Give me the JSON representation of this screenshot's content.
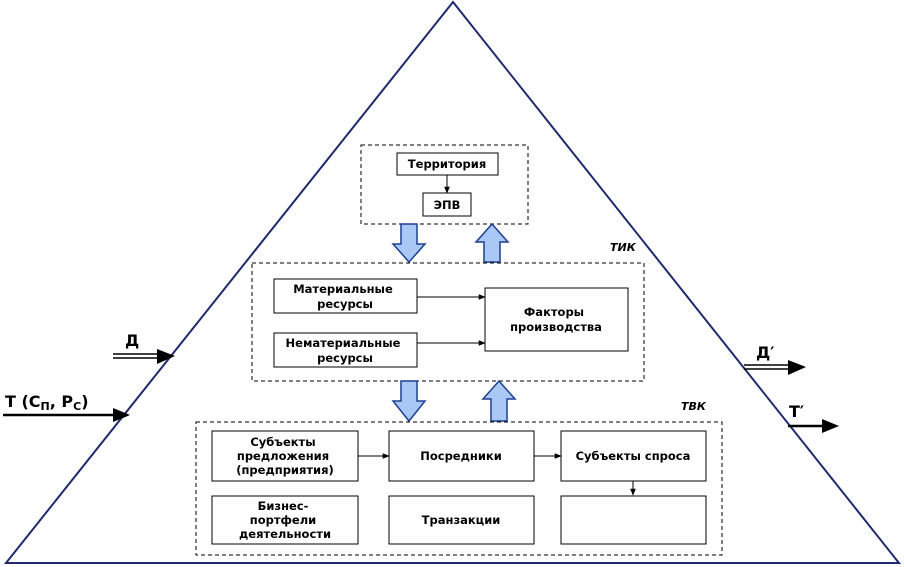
{
  "diagram": {
    "top_block": {
      "territory": "Территория",
      "epv": "ЭПВ"
    },
    "tik": {
      "tag": "ТИК",
      "material": [
        "Материальные",
        "ресурсы"
      ],
      "nonmaterial": [
        "Нематериальные",
        "ресурсы"
      ],
      "factors": [
        "Факторы",
        "производства"
      ]
    },
    "tvk": {
      "tag": "ТВК",
      "suppliers": [
        "Субъекты",
        "предложения",
        "(предприятия)"
      ],
      "intermediaries": "Посредники",
      "demand": "Субъекты спроса",
      "portfolios": [
        "Бизнес-",
        "портфели",
        "деятельности"
      ],
      "transactions": "Транзакции"
    },
    "inputs": {
      "d": "Д",
      "t_prefix": "Т (С",
      "t_sub1": "П",
      "t_mid": ", Р",
      "t_sub2": "С",
      "t_suffix": ")"
    },
    "outputs": {
      "d_prime": "Д′",
      "t_prime": "Т′"
    },
    "colors": {
      "triangle_stroke": "#1f2a6e",
      "arrow_fill": "#a9c8f5",
      "arrow_stroke": "#1f3f8f"
    }
  }
}
